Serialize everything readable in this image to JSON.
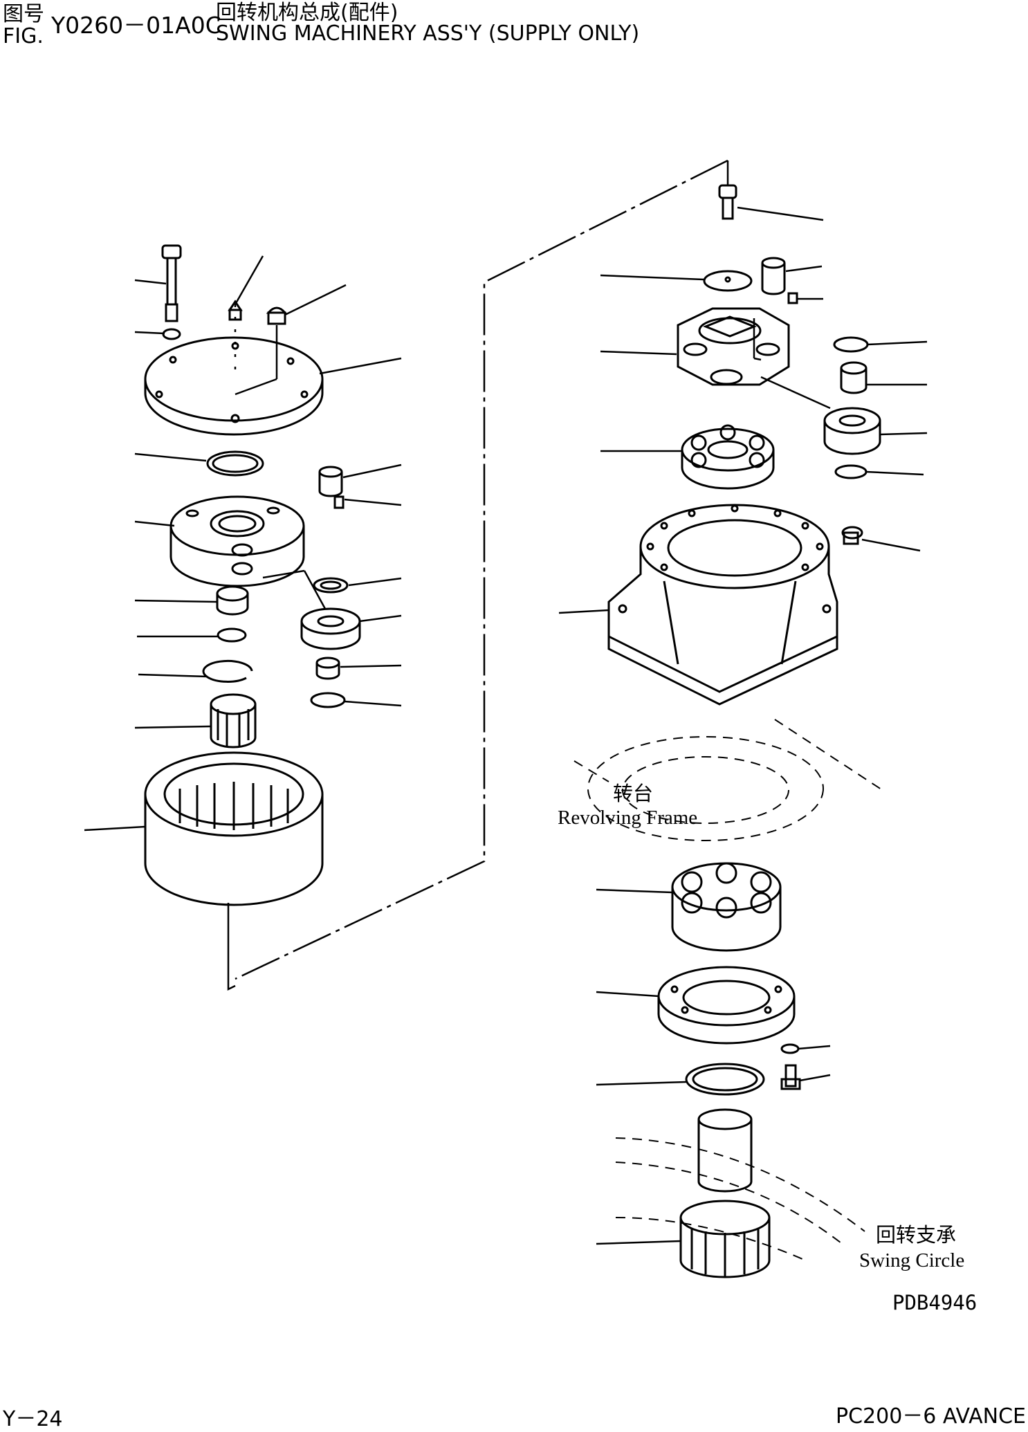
{
  "header": {
    "fig_cn": "图号",
    "fig_en": "FIG.",
    "fig_number": "Y0260－01A0C",
    "title_cn": "回转机构总成(配件)",
    "title_en": "SWING MACHINERY ASS'Y (SUPPLY ONLY)"
  },
  "labels": {
    "revolving_cn": "转台",
    "revolving_en": "Revolving Frame",
    "swing_circle_cn": "回转支承",
    "swing_circle_en": "Swing Circle",
    "drawing_code": "PDB4946"
  },
  "footer": {
    "page": "Y－24",
    "model": "PC200－6 AVANCE"
  }
}
